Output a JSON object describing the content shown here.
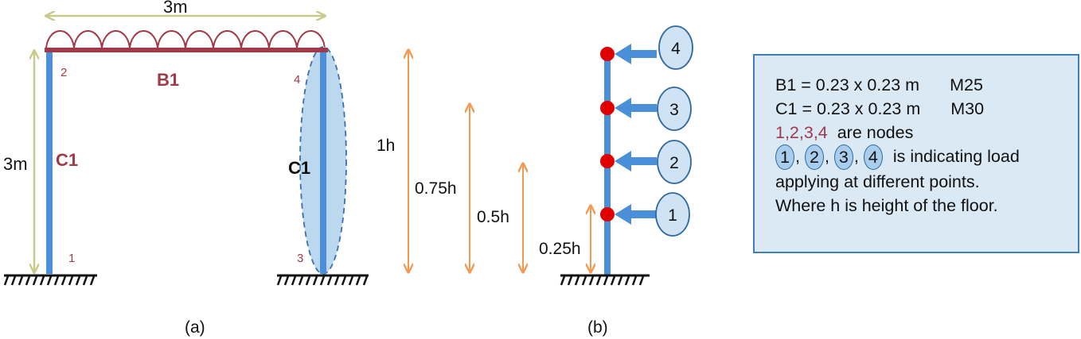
{
  "colors": {
    "member": "#4a8fd8",
    "beam": "#a03a48",
    "dimension": "#c8c98a",
    "arrow": "#f29a50",
    "node_dot": "#e00000",
    "load_marker_fill": "#cfe3f5",
    "box_fill": "#dbe9f4",
    "box_border": "#3f7fb5"
  },
  "frame": {
    "span_label": "3m",
    "height_label": "3m",
    "beam_label": "B1",
    "left_column_label": "C1",
    "right_column_label": "C1",
    "node_labels": [
      "1",
      "2",
      "3",
      "4"
    ],
    "caption": "(a)"
  },
  "heights": {
    "labels": [
      "1h",
      "0.75h",
      "0.5h",
      "0.25h"
    ]
  },
  "column_b": {
    "load_labels": [
      "1",
      "2",
      "3",
      "4"
    ],
    "caption": "(b)"
  },
  "info": {
    "b1_spec": "B1 = 0.23 x 0.23 m",
    "b1_grade": "M25",
    "c1_spec": "C1 = 0.23 x 0.23 m",
    "c1_grade": "M30",
    "nodes_list": "1,2,3,4",
    "nodes_text": "are nodes",
    "load_markers": [
      "1",
      "2",
      "3",
      "4"
    ],
    "load_text": "is indicating load",
    "line5": "applying at different points.",
    "line6": "Where h is height of the floor."
  }
}
